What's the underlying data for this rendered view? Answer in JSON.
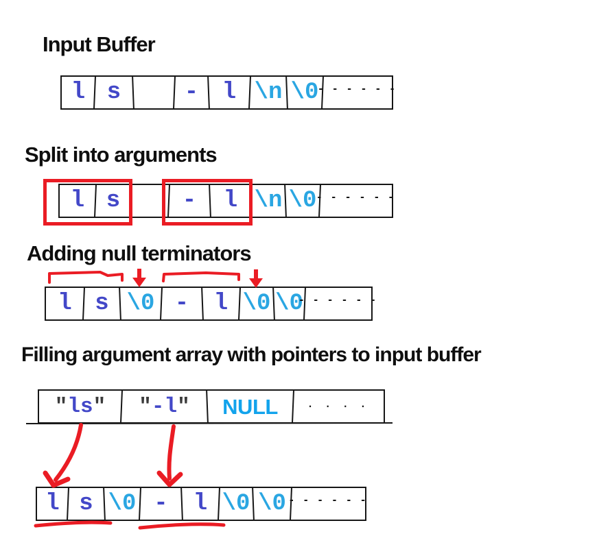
{
  "colors": {
    "background": "#ffffff",
    "heading_text": "#0f0f0f",
    "cell_border": "#161616",
    "char_blue": "#4348c8",
    "escape_cyan": "#2aa6e2",
    "null_cyan": "#12a3ec",
    "quote_gray": "#3a3a3a",
    "annotation_red": "#ea1c24"
  },
  "sections": [
    {
      "title": "Input Buffer"
    },
    {
      "title": "Split into arguments"
    },
    {
      "title": "Adding null terminators"
    },
    {
      "title": "Filling argument array with pointers to input buffer"
    }
  ],
  "rows": {
    "input_buffer": {
      "cells": [
        "l",
        "s",
        "",
        "-",
        "l",
        "\\n",
        "\\0"
      ],
      "ellipsis": "- - - - - -"
    },
    "split": {
      "cells": [
        "l",
        "s",
        "",
        "-",
        "l",
        "\\n",
        "\\0"
      ],
      "ellipsis": "- - - - - -"
    },
    "terminated": {
      "cells": [
        "l",
        "s",
        "\\0",
        "-",
        "l",
        "\\0",
        "\\0"
      ],
      "ellipsis": "- - - - - -"
    },
    "pointer_array": {
      "cells": [
        {
          "quote": "\"",
          "text": "ls"
        },
        {
          "quote": "\"",
          "text": "-l"
        },
        {
          "text": "NULL"
        }
      ],
      "ellipsis": ". . . ."
    },
    "buffer_final": {
      "cells": [
        "l",
        "s",
        "\\0",
        "-",
        "l",
        "\\0",
        "\\0"
      ],
      "ellipsis": "- - - - - -"
    }
  }
}
